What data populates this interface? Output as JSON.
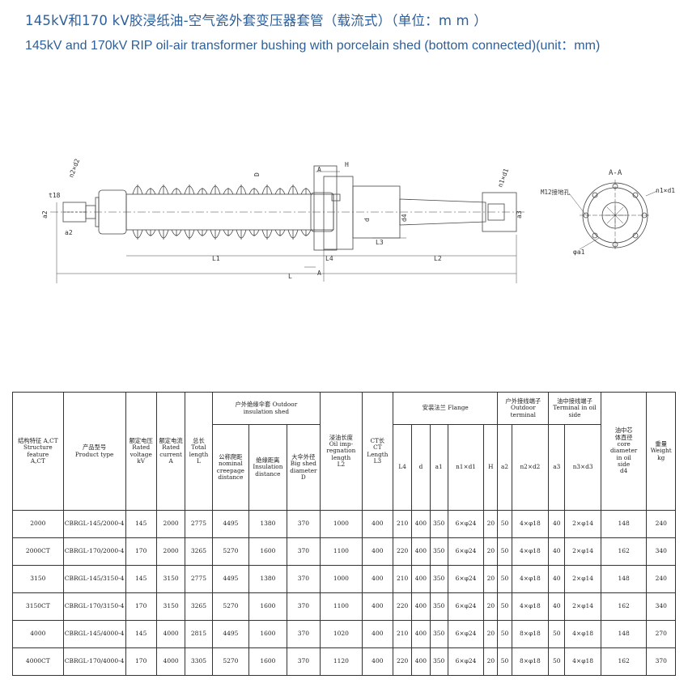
{
  "page": {
    "title_zh": "145kV和170 kV胶浸纸油-空气瓷外套变压器套管（载流式）（单位：m m ）",
    "title_en": "145kV and 170kV RIP oil-air transformer bushing with porcelain shed (bottom connected)(unit：mm)"
  },
  "drawing": {
    "labels": {
      "t18": "t18",
      "n2d2": "n2×d2",
      "a2": "a2",
      "a2b": "a2",
      "D": "D",
      "H": "H",
      "A_top": "A",
      "A_bottom": "A",
      "d": "d",
      "d4": "d4",
      "L1": "L1",
      "L4": "L4",
      "L2": "L2",
      "L3": "L3",
      "L": "L",
      "n1d1": "n1×d1",
      "a3": "a3",
      "section_title": "A-A",
      "m12": "M12接地孔",
      "n1d1_section": "n1×d1",
      "a1": "φa1"
    }
  },
  "table": {
    "headers": {
      "feature": "结构特征 A,CT\nStructure\nfeature\nA,CT",
      "product": "产品型号\nProduct type",
      "voltage": "额定电压\nRated\nvoltage\nkV",
      "current": "额定电流\nRated\ncurrent\nA",
      "total_length": "总长\nTotal\nlength\nL",
      "outdoor_shed": "户外绝缘伞套 Outdoor\ninsulation shed",
      "creepage": "公称爬距\nnominal\ncreepage\ndistance",
      "insulation_distance": "绝缘距离\nInsulation\ndistance",
      "shed_diameter": "大伞外径\nBig shed\ndiameter\nD",
      "oil_length": "浸油长度\nOil imp-\nregnation\nlength\nL2",
      "ct_length": "CT长\nCT\nLength\nL3",
      "flange": "安装法兰 Flange",
      "outdoor_terminal": "户外接线端子\nOutdoor\nterminal",
      "oil_terminal": "油中接线端子\nTerminal in oil\nside",
      "core_diameter": "油中芯\n体直径\ncore\ndiameter\nin oil\nside\nd4",
      "weight": "重量\nWeight\nkg",
      "L4": "L4",
      "d": "d",
      "a1": "a1",
      "n1d1": "n1×d1",
      "H": "H",
      "a2": "a2",
      "n2d2": "n2×d2",
      "a3": "a3",
      "n3d3": "n3×d3"
    },
    "rows": [
      [
        "2000",
        "CBRGL-145/2000-4",
        "145",
        "2000",
        "2775",
        "4495",
        "1380",
        "370",
        "1000",
        "400",
        "210",
        "400",
        "350",
        "6×φ24",
        "20",
        "50",
        "4×φ18",
        "40",
        "2×φ14",
        "148",
        "240"
      ],
      [
        "2000CT",
        "CBRGL-170/2000-4",
        "170",
        "2000",
        "3265",
        "5270",
        "1600",
        "370",
        "1100",
        "400",
        "220",
        "400",
        "350",
        "6×φ24",
        "20",
        "50",
        "4×φ18",
        "40",
        "2×φ14",
        "162",
        "340"
      ],
      [
        "3150",
        "CBRGL-145/3150-4",
        "145",
        "3150",
        "2775",
        "4495",
        "1380",
        "370",
        "1000",
        "400",
        "210",
        "400",
        "350",
        "6×φ24",
        "20",
        "50",
        "4×φ18",
        "40",
        "2×φ14",
        "148",
        "240"
      ],
      [
        "3150CT",
        "CBRGL-170/3150-4",
        "170",
        "3150",
        "3265",
        "5270",
        "1600",
        "370",
        "1100",
        "400",
        "220",
        "400",
        "350",
        "6×φ24",
        "20",
        "50",
        "4×φ18",
        "40",
        "2×φ14",
        "162",
        "340"
      ],
      [
        "4000",
        "CBRGL-145/4000-4",
        "145",
        "4000",
        "2815",
        "4495",
        "1600",
        "370",
        "1020",
        "400",
        "210",
        "400",
        "350",
        "6×φ24",
        "20",
        "50",
        "8×φ18",
        "50",
        "4×φ18",
        "148",
        "270"
      ],
      [
        "4000CT",
        "CBRGL-170/4000-4",
        "170",
        "4000",
        "3305",
        "5270",
        "1600",
        "370",
        "1120",
        "400",
        "220",
        "400",
        "350",
        "6×φ24",
        "20",
        "50",
        "8×φ18",
        "50",
        "4×φ18",
        "162",
        "370"
      ]
    ]
  }
}
